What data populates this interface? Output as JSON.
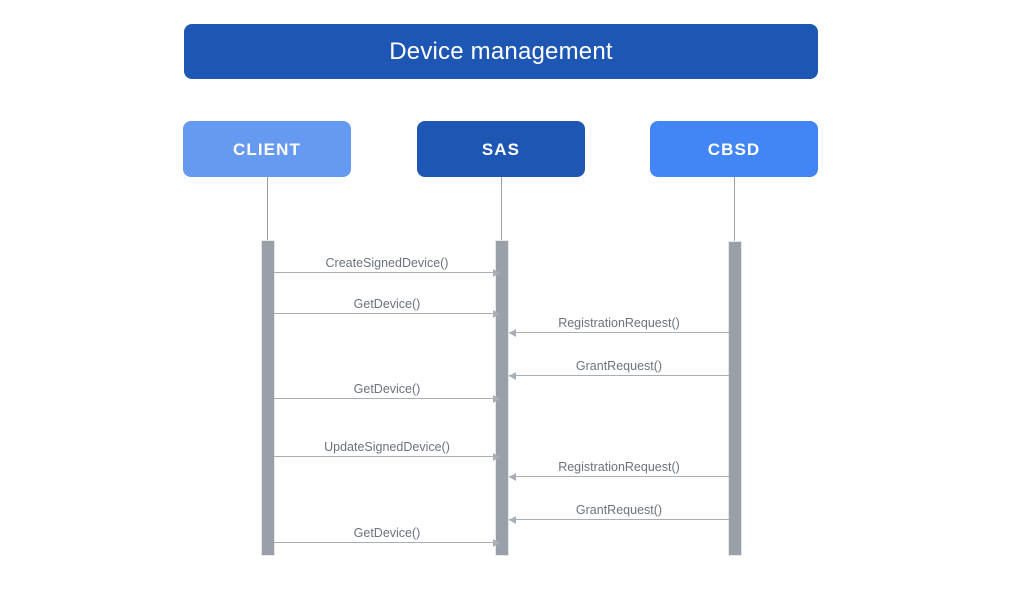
{
  "diagram": {
    "title": "Device management",
    "type": "sequence-diagram",
    "colors": {
      "title_banner": "#1e56b3",
      "client_box": "#6699f0",
      "sas_box": "#1e56b3",
      "cbsd_box": "#4285f4",
      "activation_bar": "#9aa0a8",
      "arrow_line": "#a8aeb5",
      "label_text": "#6b7280",
      "background": "#ffffff"
    }
  },
  "participants": [
    {
      "id": "client",
      "label": "CLIENT"
    },
    {
      "id": "sas",
      "label": "SAS"
    },
    {
      "id": "cbsd",
      "label": "CBSD"
    }
  ],
  "messages": [
    {
      "label": "CreateSignedDevice()",
      "from": "client",
      "to": "sas",
      "direction": "right"
    },
    {
      "label": "GetDevice()",
      "from": "client",
      "to": "sas",
      "direction": "right"
    },
    {
      "label": "RegistrationRequest()",
      "from": "cbsd",
      "to": "sas",
      "direction": "left"
    },
    {
      "label": "GrantRequest()",
      "from": "cbsd",
      "to": "sas",
      "direction": "left"
    },
    {
      "label": "GetDevice()",
      "from": "client",
      "to": "sas",
      "direction": "right"
    },
    {
      "label": "UpdateSignedDevice()",
      "from": "client",
      "to": "sas",
      "direction": "right"
    },
    {
      "label": "RegistrationRequest()",
      "from": "cbsd",
      "to": "sas",
      "direction": "left"
    },
    {
      "label": "GrantRequest()",
      "from": "cbsd",
      "to": "sas",
      "direction": "left"
    },
    {
      "label": "GetDevice()",
      "from": "client",
      "to": "sas",
      "direction": "right"
    }
  ]
}
